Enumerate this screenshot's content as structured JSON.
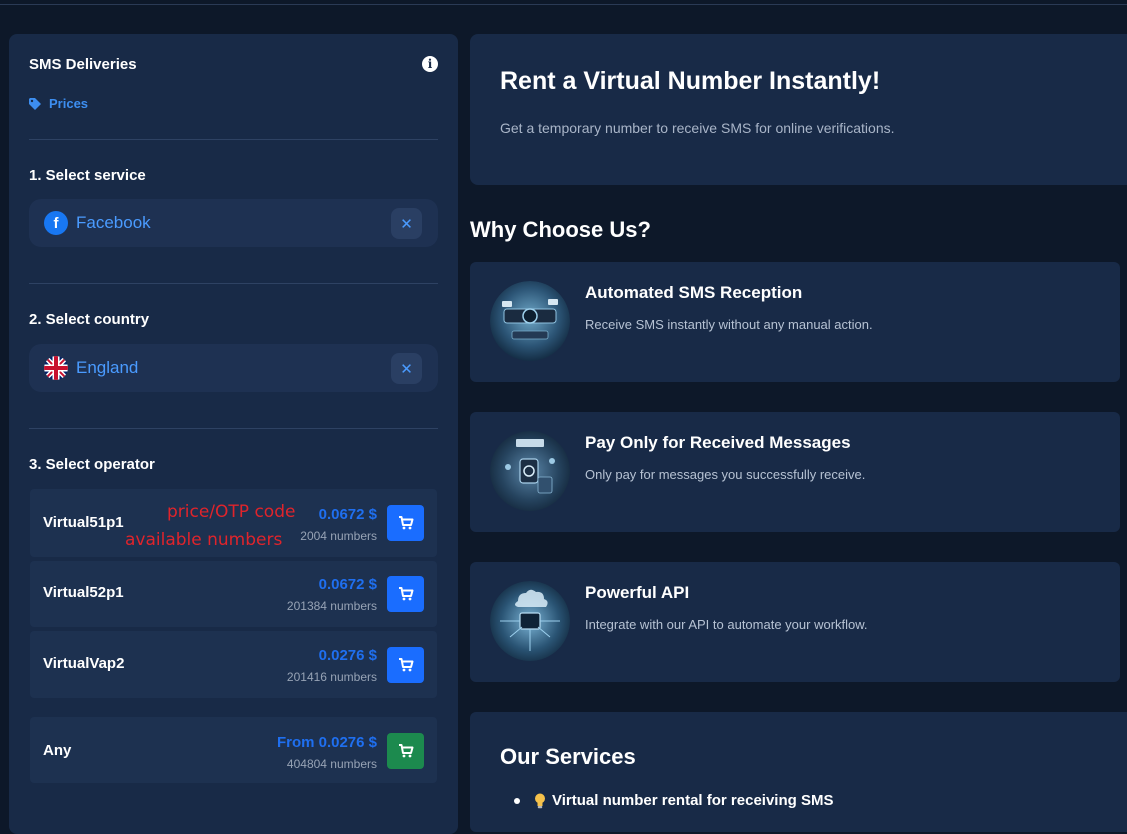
{
  "sidebar": {
    "title": "SMS Deliveries",
    "prices_link": "Prices",
    "step1_label": "1. Select service",
    "service_value": "Facebook",
    "step2_label": "2. Select country",
    "country_value": "England",
    "step3_label": "3. Select operator",
    "operators": [
      {
        "name": "Virtual51p1",
        "price": "0.0672 $",
        "count": "2004 numbers"
      },
      {
        "name": "Virtual52p1",
        "price": "0.0672 $",
        "count": "201384 numbers"
      },
      {
        "name": "VirtualVap2",
        "price": "0.0276 $",
        "count": "201416 numbers"
      },
      {
        "name": "Any",
        "price": "From 0.0276 $",
        "count": "404804 numbers"
      }
    ],
    "annotations": {
      "price_note": "price/OTP code",
      "count_note": "available numbers"
    }
  },
  "hero": {
    "title": "Rent a Virtual Number Instantly!",
    "subtitle": "Get a temporary number to receive SMS for online verifications."
  },
  "why": {
    "title": "Why Choose Us?",
    "features": [
      {
        "title": "Automated SMS Reception",
        "desc": "Receive SMS instantly without any manual action."
      },
      {
        "title": "Pay Only for Received Messages",
        "desc": "Only pay for messages you successfully receive."
      },
      {
        "title": "Powerful API",
        "desc": "Integrate with our API to automate your workflow."
      }
    ]
  },
  "services": {
    "title": "Our Services",
    "items": [
      "Virtual number rental for receiving SMS"
    ]
  },
  "colors": {
    "accent": "#1a6dff",
    "link": "#3d8ef0",
    "green": "#1c8a4e",
    "annotation": "#e0242b"
  }
}
